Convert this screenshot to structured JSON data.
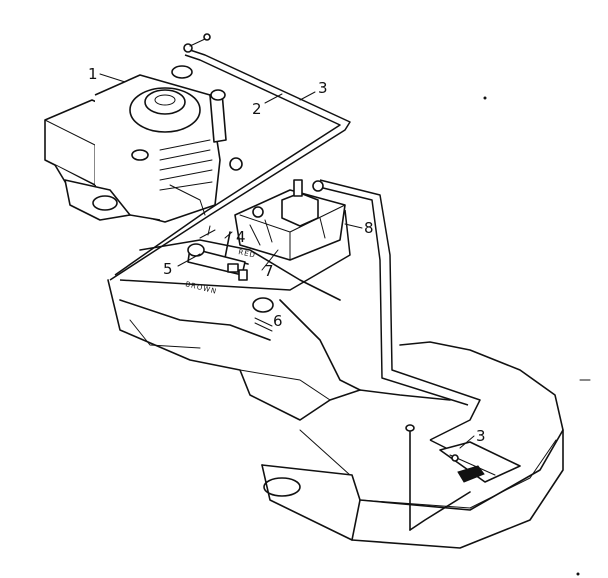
{
  "callouts": [
    "1",
    "2",
    "3",
    "4",
    "5",
    "6",
    "7",
    "8",
    "3"
  ],
  "wire_labels": [
    "RED",
    "BROWN"
  ]
}
